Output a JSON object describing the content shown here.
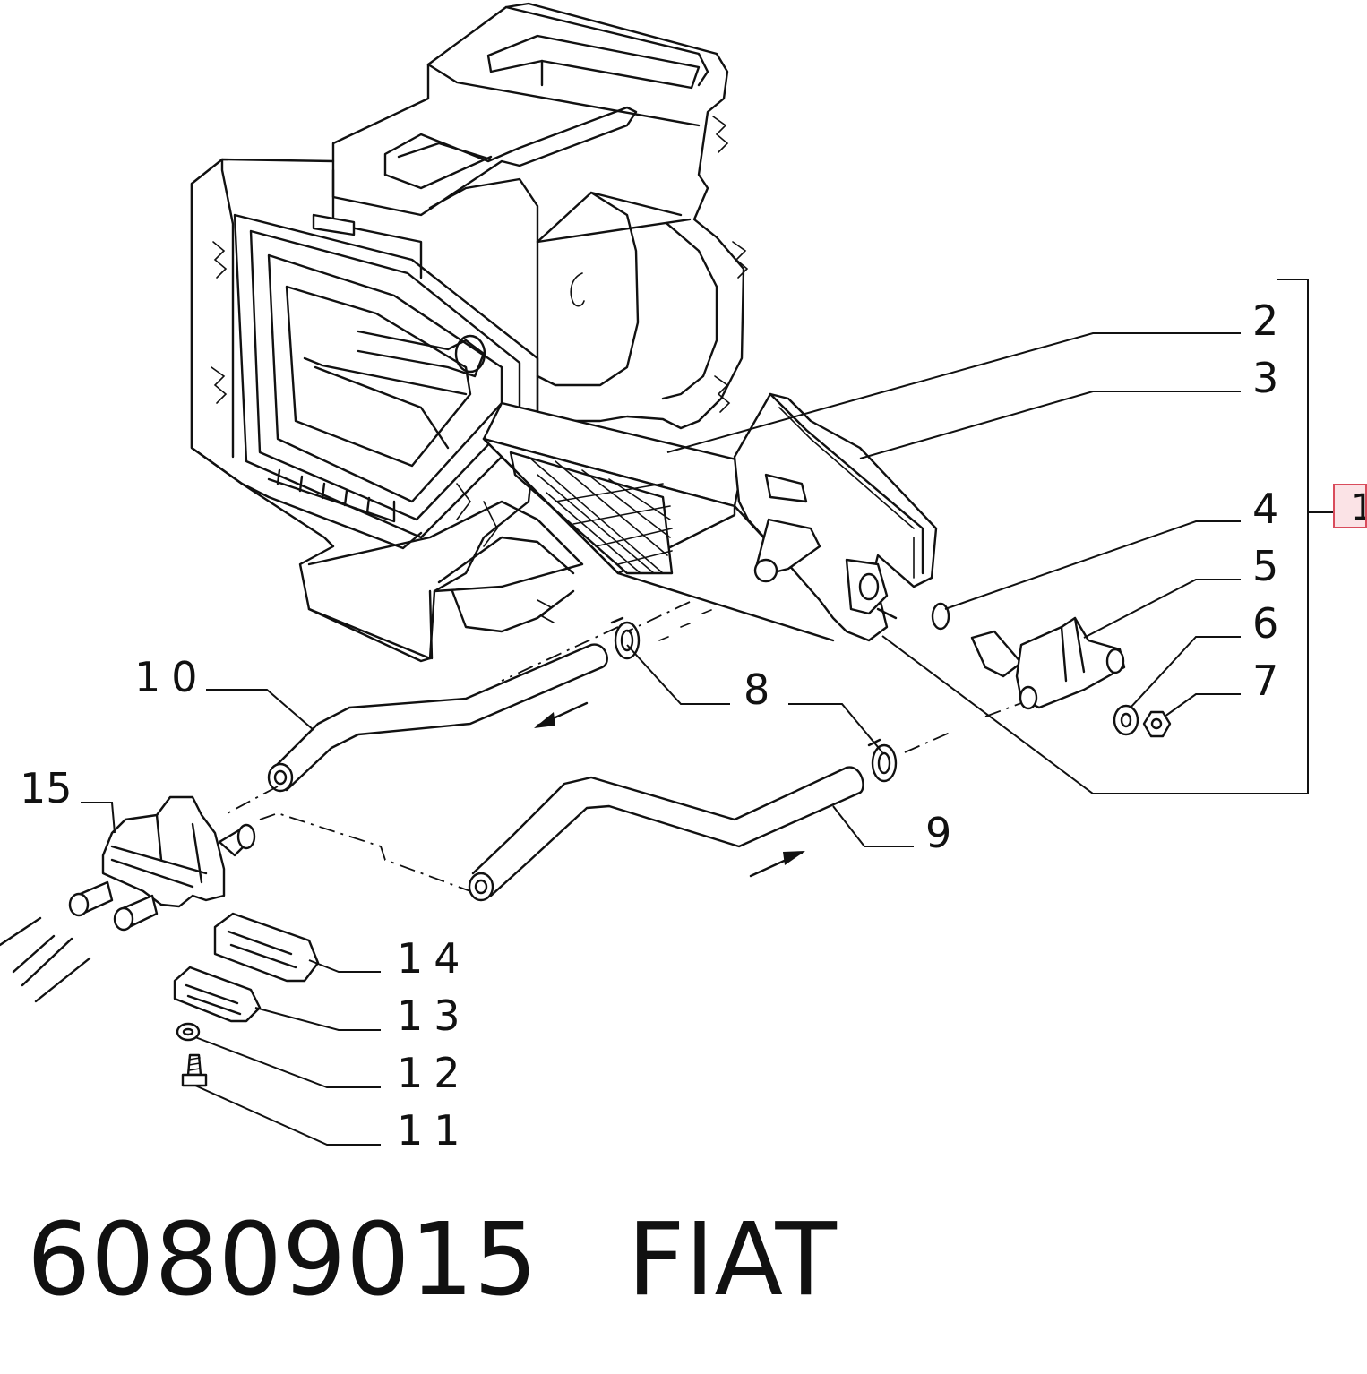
{
  "footer": {
    "part_number": "60809015",
    "brand": "FIAT"
  },
  "callouts": {
    "c1": "1",
    "c2": "2",
    "c3": "3",
    "c4": "4",
    "c5": "5",
    "c6": "6",
    "c7": "7",
    "c8": "8",
    "c9": "9",
    "c10": "10",
    "c11": "11",
    "c12": "12",
    "c13": "13",
    "c14": "14",
    "c15": "15"
  },
  "highlight": {
    "selected_callout": "1",
    "color": "#d94c5c",
    "fill": "#fbe3e6"
  }
}
